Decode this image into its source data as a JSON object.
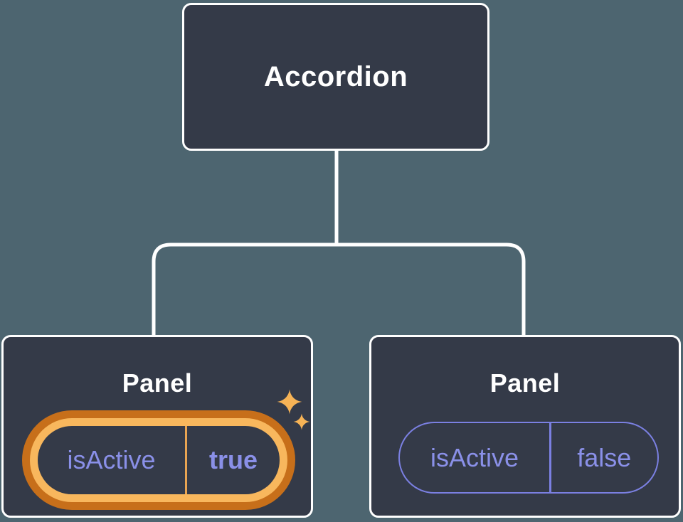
{
  "tree": {
    "root": {
      "label": "Accordion"
    },
    "panels": [
      {
        "label": "Panel",
        "state_key": "isActive",
        "state_value": "true",
        "highlighted": true
      },
      {
        "label": "Panel",
        "state_key": "isActive",
        "state_value": "false",
        "highlighted": false
      }
    ],
    "colors": {
      "background": "#4D6570",
      "node_fill": "#343A48",
      "node_border": "#FFFFFF",
      "connector": "#FFFFFF",
      "state_text": "#8A90E8",
      "inactive_pill_border": "#7B80E2",
      "highlight_gold": "#F8B75D",
      "highlight_dark_orange": "#C76F1A",
      "highlight_divider": "#E8A452",
      "sparkle": "#F6B356"
    }
  }
}
